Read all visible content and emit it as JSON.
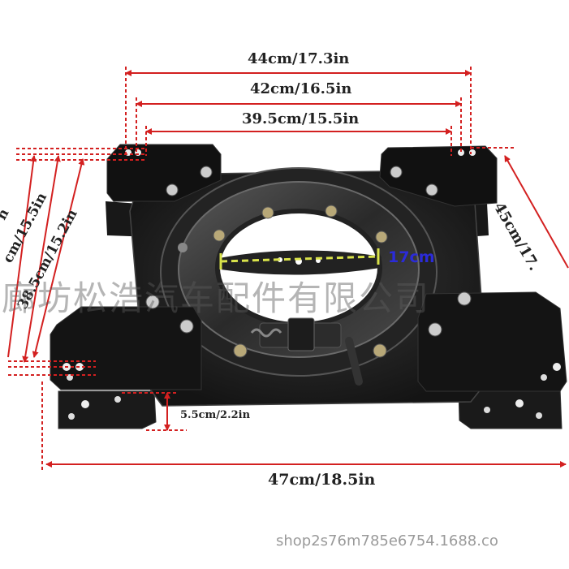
{
  "product": {
    "name": "seat swivel base plate"
  },
  "dimensions": {
    "top_width_1": "44cm/17.3in",
    "top_width_2": "42cm/16.5in",
    "top_width_3": "39.5cm/15.5in",
    "bottom_width": "47cm/18.5in",
    "height": "5.5cm/2.2in",
    "right_depth": "45cm/17.",
    "left_depth_1": "cm/15.5in",
    "left_depth_2": "38.5cm/15.2in",
    "left_depth_3": "n"
  },
  "callout": {
    "label": "17cm",
    "color": "#2b2bd9"
  },
  "watermark": {
    "text": "廊坊松浩汽车配件有限公司",
    "footer": "shop2s76m785e6754.1688.co"
  },
  "colors": {
    "dimension_line": "#d32020",
    "metal": "#1b1b1b",
    "background": "#ffffff"
  }
}
